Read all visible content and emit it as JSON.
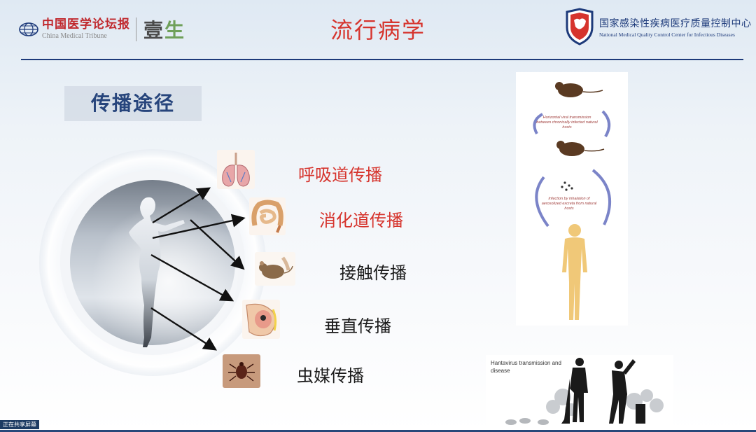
{
  "header": {
    "cmt_logo_cn": "中国医学论坛报",
    "cmt_logo_en": "China Medical Tribune",
    "yisheng_logo": [
      "壹",
      "生"
    ],
    "title": "流行病学",
    "nmqc_logo_cn": "国家感染性疾病医疗质量控制中心",
    "nmqc_logo_en": "National Medical Quality Control Center for Infectious Diseases"
  },
  "section": {
    "label": "传播途径"
  },
  "routes": [
    {
      "label": "呼吸道传播",
      "icon": "lungs-icon",
      "color": "#d6342d"
    },
    {
      "label": "消化道传播",
      "icon": "intestine-icon",
      "color": "#d6342d"
    },
    {
      "label": "接触传播",
      "icon": "rodent-icon",
      "color": "#1a1a1a"
    },
    {
      "label": "垂直传播",
      "icon": "fetus-icon",
      "color": "#1a1a1a"
    },
    {
      "label": "虫媒传播",
      "icon": "tick-icon",
      "color": "#1a1a1a"
    }
  ],
  "transmission_diagram": {
    "caption_horizontal": "Horizontal viral transmission between chronically infected natural hosts",
    "caption_inhalation": "Infection by inhalation of aerosolized excreta from natural hosts"
  },
  "hantavirus_panel": {
    "caption": "Hantavirus transmission and disease"
  },
  "screen_share": {
    "label": "正在共享屏幕"
  },
  "colors": {
    "title_red": "#d6342d",
    "brand_navy": "#1d3a7a",
    "section_blue": "#27457c"
  }
}
